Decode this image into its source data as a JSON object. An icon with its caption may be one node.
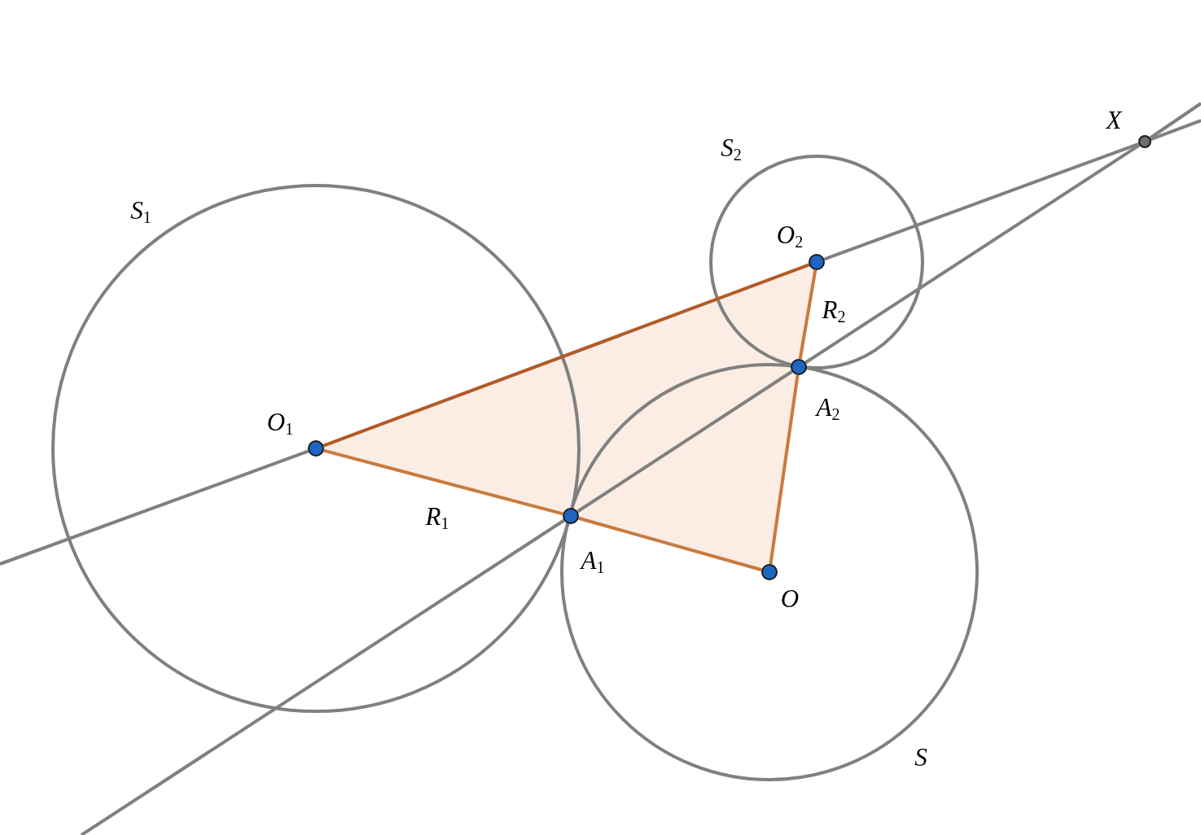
{
  "diagram": {
    "nodes": [
      {
        "text": [],
        "shape": "circle",
        "beside": [
          "X"
        ]
      },
      {
        "text": [],
        "shape": "circle",
        "beside": [
          "O$_{2}$"
        ]
      },
      {
        "text": [],
        "shape": "circle",
        "beside": [
          "A$_{2}$"
        ]
      },
      {
        "text": [],
        "shape": "circle",
        "beside": [
          "O$_{1}$"
        ]
      },
      {
        "text": [],
        "shape": "circle",
        "beside": [
          "A$_{1}$"
        ]
      },
      {
        "text": [],
        "shape": "circle",
        "beside": [
          "O"
        ]
      }
    ],
    "edges": [
      {
        "from": 3,
        "to": 1,
        "arrow": "none",
        "color": "#b35a26"
      },
      {
        "from": 3,
        "to": 4,
        "arrow": "none",
        "color": "#c97a3e"
      },
      {
        "from": 4,
        "to": 5,
        "arrow": "none",
        "color": "#c97a3e"
      },
      {
        "from": 5,
        "to": 2,
        "arrow": "none",
        "color": "#c97a3e"
      },
      {
        "from": 2,
        "to": 1,
        "arrow": "none",
        "color": "#c97a3e"
      },
      {
        "from": null,
        "to": 3,
        "arrow": "none"
      },
      {
        "from": 1,
        "to": 0,
        "arrow": "none"
      },
      {
        "from": 0,
        "to": null,
        "arrow": "none"
      },
      {
        "from": null,
        "to": 4,
        "arrow": "none"
      },
      {
        "from": 4,
        "to": 2,
        "arrow": "none"
      },
      {
        "from": 2,
        "to": 0,
        "arrow": "none"
      },
      {
        "from": 0,
        "to": null,
        "arrow": "none"
      }
    ],
    "labels": [
      "S$_{2}$",
      "S$_{1}$",
      "R$_{2}$",
      "R$_{1}$",
      "S"
    ]
  }
}
